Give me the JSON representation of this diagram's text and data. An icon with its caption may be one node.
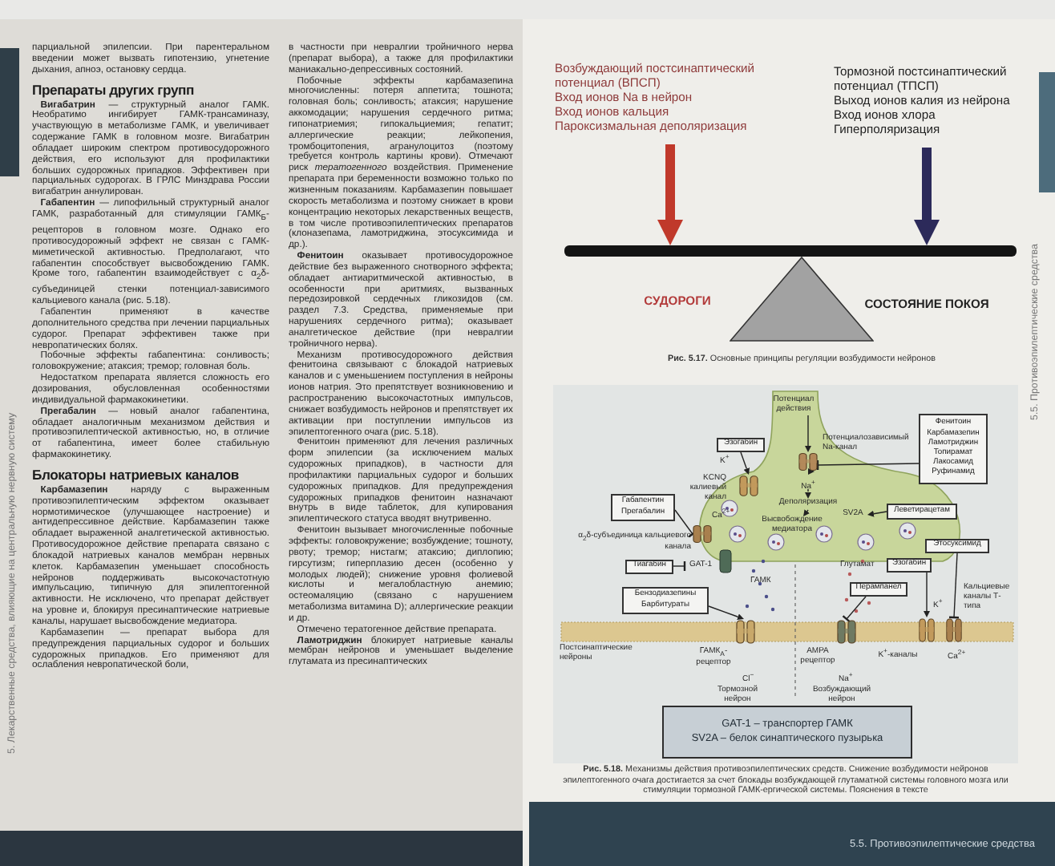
{
  "diagram": {
    "caption": "**Рис. 5.18.** Механизмы действия противоэпилептических средств. Снижение возбудимости нейронов эпилептогенного очага достигается за счет блокады возбуждающей глутаматной системы головного мозга или стимуляции тормозной ГАМК-ергической системы. Пояснения в тексте",
    "nodes": [
      {
        "text": [
          "Возбуждающий постсинаптический потенциал (ВПСП)",
          "Вход ионов Na в нейрон",
          "Вход ионов кальция",
          "Пароксизмальная деполяризация"
        ]
      },
      {
        "text": [
          "Тормозной постсинаптический потенциал (ТПСП)",
          "Выход ионов калия из нейрона",
          "Вход ионов хлора",
          "Гиперполяризация"
        ]
      },
      {
        "text": [],
        "shape": "bar"
      },
      {
        "text": [
          "Потенциал действия"
        ]
      },
      {
        "text": [],
        "shape": "picture",
        "beside": [
          "Потенциалозависимый Na-канал"
        ]
      },
      {
        "text": [
          "Na$^{+}$"
        ]
      },
      {
        "text": [
          "Деполяризация"
        ]
      },
      {
        "text": [
          "Высвобождение медиатора"
        ]
      },
      {
        "text": [
          "Фенитоин",
          "Карбамазепин",
          "Ламотриджин",
          "Топирамат",
          "Лакосамид",
          "Руфинамид"
        ]
      },
      {
        "text": [
          "Эзогабин"
        ]
      },
      {
        "text": [],
        "shape": "picture",
        "beside": [
          "KCNQ калиевый канал"
        ]
      },
      {
        "text": [
          "Габапентин",
          "Прегабалин"
        ]
      },
      {
        "text": [],
        "shape": "picture",
        "beside": [
          "α$_{2}$δ-субъединица кальциевого канала"
        ]
      },
      {
        "text": [
          "Тиагабин"
        ]
      },
      {
        "text": [
          "GAT-1"
        ]
      },
      {
        "text": [
          "Леветирацетам"
        ]
      },
      {
        "text": [
          "SV2A"
        ]
      },
      {
        "text": [
          "Этосуксимид"
        ]
      },
      {
        "text": [],
        "shape": "picture",
        "beside": [
          "Кальциевые каналы Т-типа"
        ]
      },
      {
        "text": [
          "Эзогабин"
        ]
      },
      {
        "text": [],
        "shape": "picture",
        "beside": [
          "K$^{+}$-каналы"
        ]
      },
      {
        "text": [
          "Бензодиазепины",
          "Барбитураты"
        ]
      },
      {
        "text": [],
        "shape": "picture",
        "beside": [
          "ГАМК$_{А}$-рецептор"
        ]
      },
      {
        "text": [
          "Перампанел"
        ]
      },
      {
        "text": [],
        "shape": "picture",
        "beside": [
          "AMPA рецептор"
        ]
      },
      {
        "text": [
          "GAT-1 – транспортер ГАМК",
          "SV2A – белок синаптического пузырька"
        ]
      },
      {
        "text": [],
        "shape": "triangle"
      }
    ],
    "edges": [
      {
        "from": 0,
        "to": 2,
        "arrow": "to",
        "style": "thick",
        "color": "#c0392b"
      },
      {
        "from": 1,
        "to": 2,
        "arrow": "to",
        "style": "thick",
        "color": "#2c2a5a"
      },
      {
        "from": 3,
        "to": 4,
        "arrow": "to"
      },
      {
        "from": 8,
        "to": 4,
        "arrow": "other"
      },
      {
        "from": 4,
        "to": 5,
        "arrow": "to",
        "style": "dashed"
      },
      {
        "from": 5,
        "to": 6,
        "arrow": "to",
        "style": "dashed"
      },
      {
        "from": 6,
        "to": 7,
        "arrow": "to",
        "style": "dashed"
      },
      {
        "from": 9,
        "to": 10,
        "arrow": "to"
      },
      {
        "from": 11,
        "to": 12,
        "arrow": "other"
      },
      {
        "from": 13,
        "to": 14,
        "arrow": "other"
      },
      {
        "from": 15,
        "to": 16,
        "arrow": "to"
      },
      {
        "from": 17,
        "to": 18,
        "arrow": "other"
      },
      {
        "from": 19,
        "to": 20,
        "arrow": "to"
      },
      {
        "from": 21,
        "to": 22,
        "arrow": "to"
      },
      {
        "from": 23,
        "to": 24,
        "arrow": "other"
      }
    ],
    "labels": [
      "5. Лекарственные средства, влияющие на центральную нервную систему",
      "парциальной эпилепсии. При парентеральном введении может вызвать гипотензию, угнетение дыхания, апноэ, остановку сердца.",
      "Препараты других групп",
      "**Вигабатрин** — структурный аналог ГАМК. Необратимо ингибирует ГАМК-трансаминазу, участвующую в метаболизме ГАМК, и увеличивает содержание ГАМК в головном мозге. Вигабатрин обладает широким спектром противосудорожного действия, его используют для профилактики больших судорожных припадков. Эффективен при парциальных судорогах. В ГРЛС Минздрава России вигабатрин аннулирован.",
      "**Габапентин** — липофильный структурный аналог ГАМК, разработанный для стимуляции ГАМК$_{Б}$-рецепторов в головном мозге. Однако его противосудорожный эффект не связан с ГАМК-миметической активностью. Предполагают, что габапентин способствует высвобождению ГАМК. Кроме того, габапентин взаимодействует с α$_{2}$δ-субъединицей стенки потенциал-зависимого кальциевого канала (рис. 5.18).",
      "Габапентин применяют в качестве дополнительного средства при лечении парциальных судорог. Препарат эффективен также при невропатических болях.",
      "Побочные эффекты габапентина: сонливость; головокружение; атаксия; тремор; головная боль.",
      "Недостатком препарата является сложность его дозирования, обусловленная особенностями индивидуальной фармакокинетики.",
      "**Прегабалин** — новый аналог габапентина, обладает аналогичным механизмом действия и противоэпилептической активностью, но, в отличие от габапентина, имеет более стабильную фармакокинетику.",
      "Блокаторы натриевых каналов",
      "**Карбамазепин** наряду с выраженным противоэпилептическим эффектом оказывает нормотимическое (улучшающее настроение) и антидепрессивное действие. Карбамазепин также обладает выраженной аналгетической активностью. Противосудорожное действие препарата связано с блокадой натриевых каналов мембран нервных клеток. Карбамазепин уменьшает способность нейронов поддерживать высокочастотную импульсацию, типичную для эпилептогенной активности. Не исключено, что препарат действует на уровне и, блокируя пресинаптические натриевые каналы, нарушает высвобождение медиатора.",
      "Карбамазепин — препарат выбора для предупреждения парциальных судорог и больших судорожных припадков. Его применяют для ослабления невропатической боли,",
      "в частности при невралгии тройничного нерва (препарат выбора), а также для профилактики маниакально-депрессивных состояний.",
      "Побочные эффекты карбамазепина многочисленны: потеря аппетита; тошнота; головная боль; сонливость; атаксия; нарушение аккомодации; нарушения сердечного ритма; гипонатриемия; гипокальциемия; гепатит; аллергические реакции; лейкопения, тромбоцитопения, агранулоцитоз (поэтому требуется контроль картины крови). Отмечают риск *тератогенного* воздействия. Применение препарата при беременности возможно только по жизненным показаниям. Карбамазепин повышает скорость метаболизма и поэтому снижает в крови концентрацию некоторых лекарственных веществ, в том числе противоэпилептических препаратов (клоназепама, ламотриджина, этосуксимида и др.).",
      "**Фенитоин** оказывает противосудорожное действие без выраженного снотворного эффекта; обладает антиаритмической активностью, в особенности при аритмиях, вызванных передозировкой сердечных гликозидов (см. раздел 7.3. Средства, применяемые при нарушениях сердечного ритма); оказывает аналгетическое действие (при невралгии тройничного нерва).",
      "Механизм противосудорожного действия фенитоина связывают с блокадой натриевых каналов и с уменьшением поступления в нейроны ионов натрия. Это препятствует возникновению и распространению высокочастотных импульсов, снижает возбудимость нейронов и препятствует их активации при поступлении импульсов из эпилептогенного очага (рис. 5.18).",
      "Фенитоин применяют для лечения различных форм эпилепсии (за исключением малых судорожных припадков), в частности для профилактики парциальных судорог и больших судорожных припадков. Для предупреждения судорожных припадков фенитоин назначают внутрь в виде таблеток, для купирования эпилептического статуса вводят внутривенно.",
      "Фенитоин вызывает многочисленные побочные эффекты: головокружение; возбуждение; тошноту, рвоту; тремор; нистагм; атаксию; диплопию; гирсутизм; гиперплазию десен (особенно у молодых людей); снижение уровня фолиевой кислоты и мегалобластную анемию; остеомаляцию (связано с нарушением метаболизма витамина D); аллергические реакции и др.",
      "Отмечено тератогенное действие препарата.",
      "**Ламотриджин** блокирует натриевые каналы мембран нейронов и уменьшает выделение глутамата из пресинаптических",
      "СУДОРОГИ",
      "СОСТОЯНИЕ ПОКОЯ",
      "**Рис. 5.17.** Основные принципы регуляции возбудимости нейронов",
      "K$^{+}$",
      "Ca$^{2+}$",
      "ГАМК",
      "Глутамат",
      "K$^{+}$",
      "Постсинаптические нейроны",
      "Cl$^{−}$",
      "Na$^{+}$",
      "Ca$^{2+}$",
      "Тормозной нейрон",
      "Возбуждающий нейрон",
      "5.5. Противоэпилептические средства",
      "5.5. Противоэпилептические средства"
    ]
  }
}
